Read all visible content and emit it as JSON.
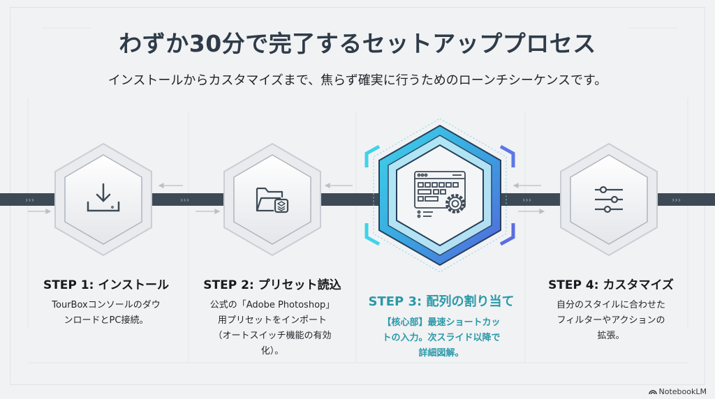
{
  "header": {
    "title": "わずか30分で完了するセットアッププロセス",
    "subtitle": "インストールからカスタマイズまで、焦らず確実に行うためのローンチシーケンスです。"
  },
  "steps": [
    {
      "title": "STEP 1: インストール",
      "lines": [
        "TourBoxコンソールのダウ",
        "ンロードとPC接続。"
      ],
      "icon": "download-icon"
    },
    {
      "title": "STEP 2: プリセット読込",
      "lines": [
        "公式の「Adobe Photoshop」",
        "用プリセットをインポート",
        "（オートスイッチ機能の有効",
        "化）。"
      ],
      "icon": "folder-layers-icon"
    },
    {
      "title": "STEP 3: 配列の割り当て",
      "lines": [
        "【核心部】最速ショートカッ",
        "トの入力。次スライド以降で",
        "詳細図解。"
      ],
      "icon": "keyboard-gear-icon"
    },
    {
      "title": "STEP 4: カスタマイズ",
      "lines": [
        "自分のスタイルに合わせた",
        "フィルターやアクションの",
        "拡張。"
      ],
      "icon": "sliders-icon"
    }
  ],
  "branding": {
    "label": "NotebookLM"
  },
  "colors": {
    "title": "#2f3b48",
    "accent": "#2a99a8",
    "bar": "#3d4a56",
    "hex_cyan": "#35c8e6",
    "hex_blue": "#4f6fe0"
  }
}
